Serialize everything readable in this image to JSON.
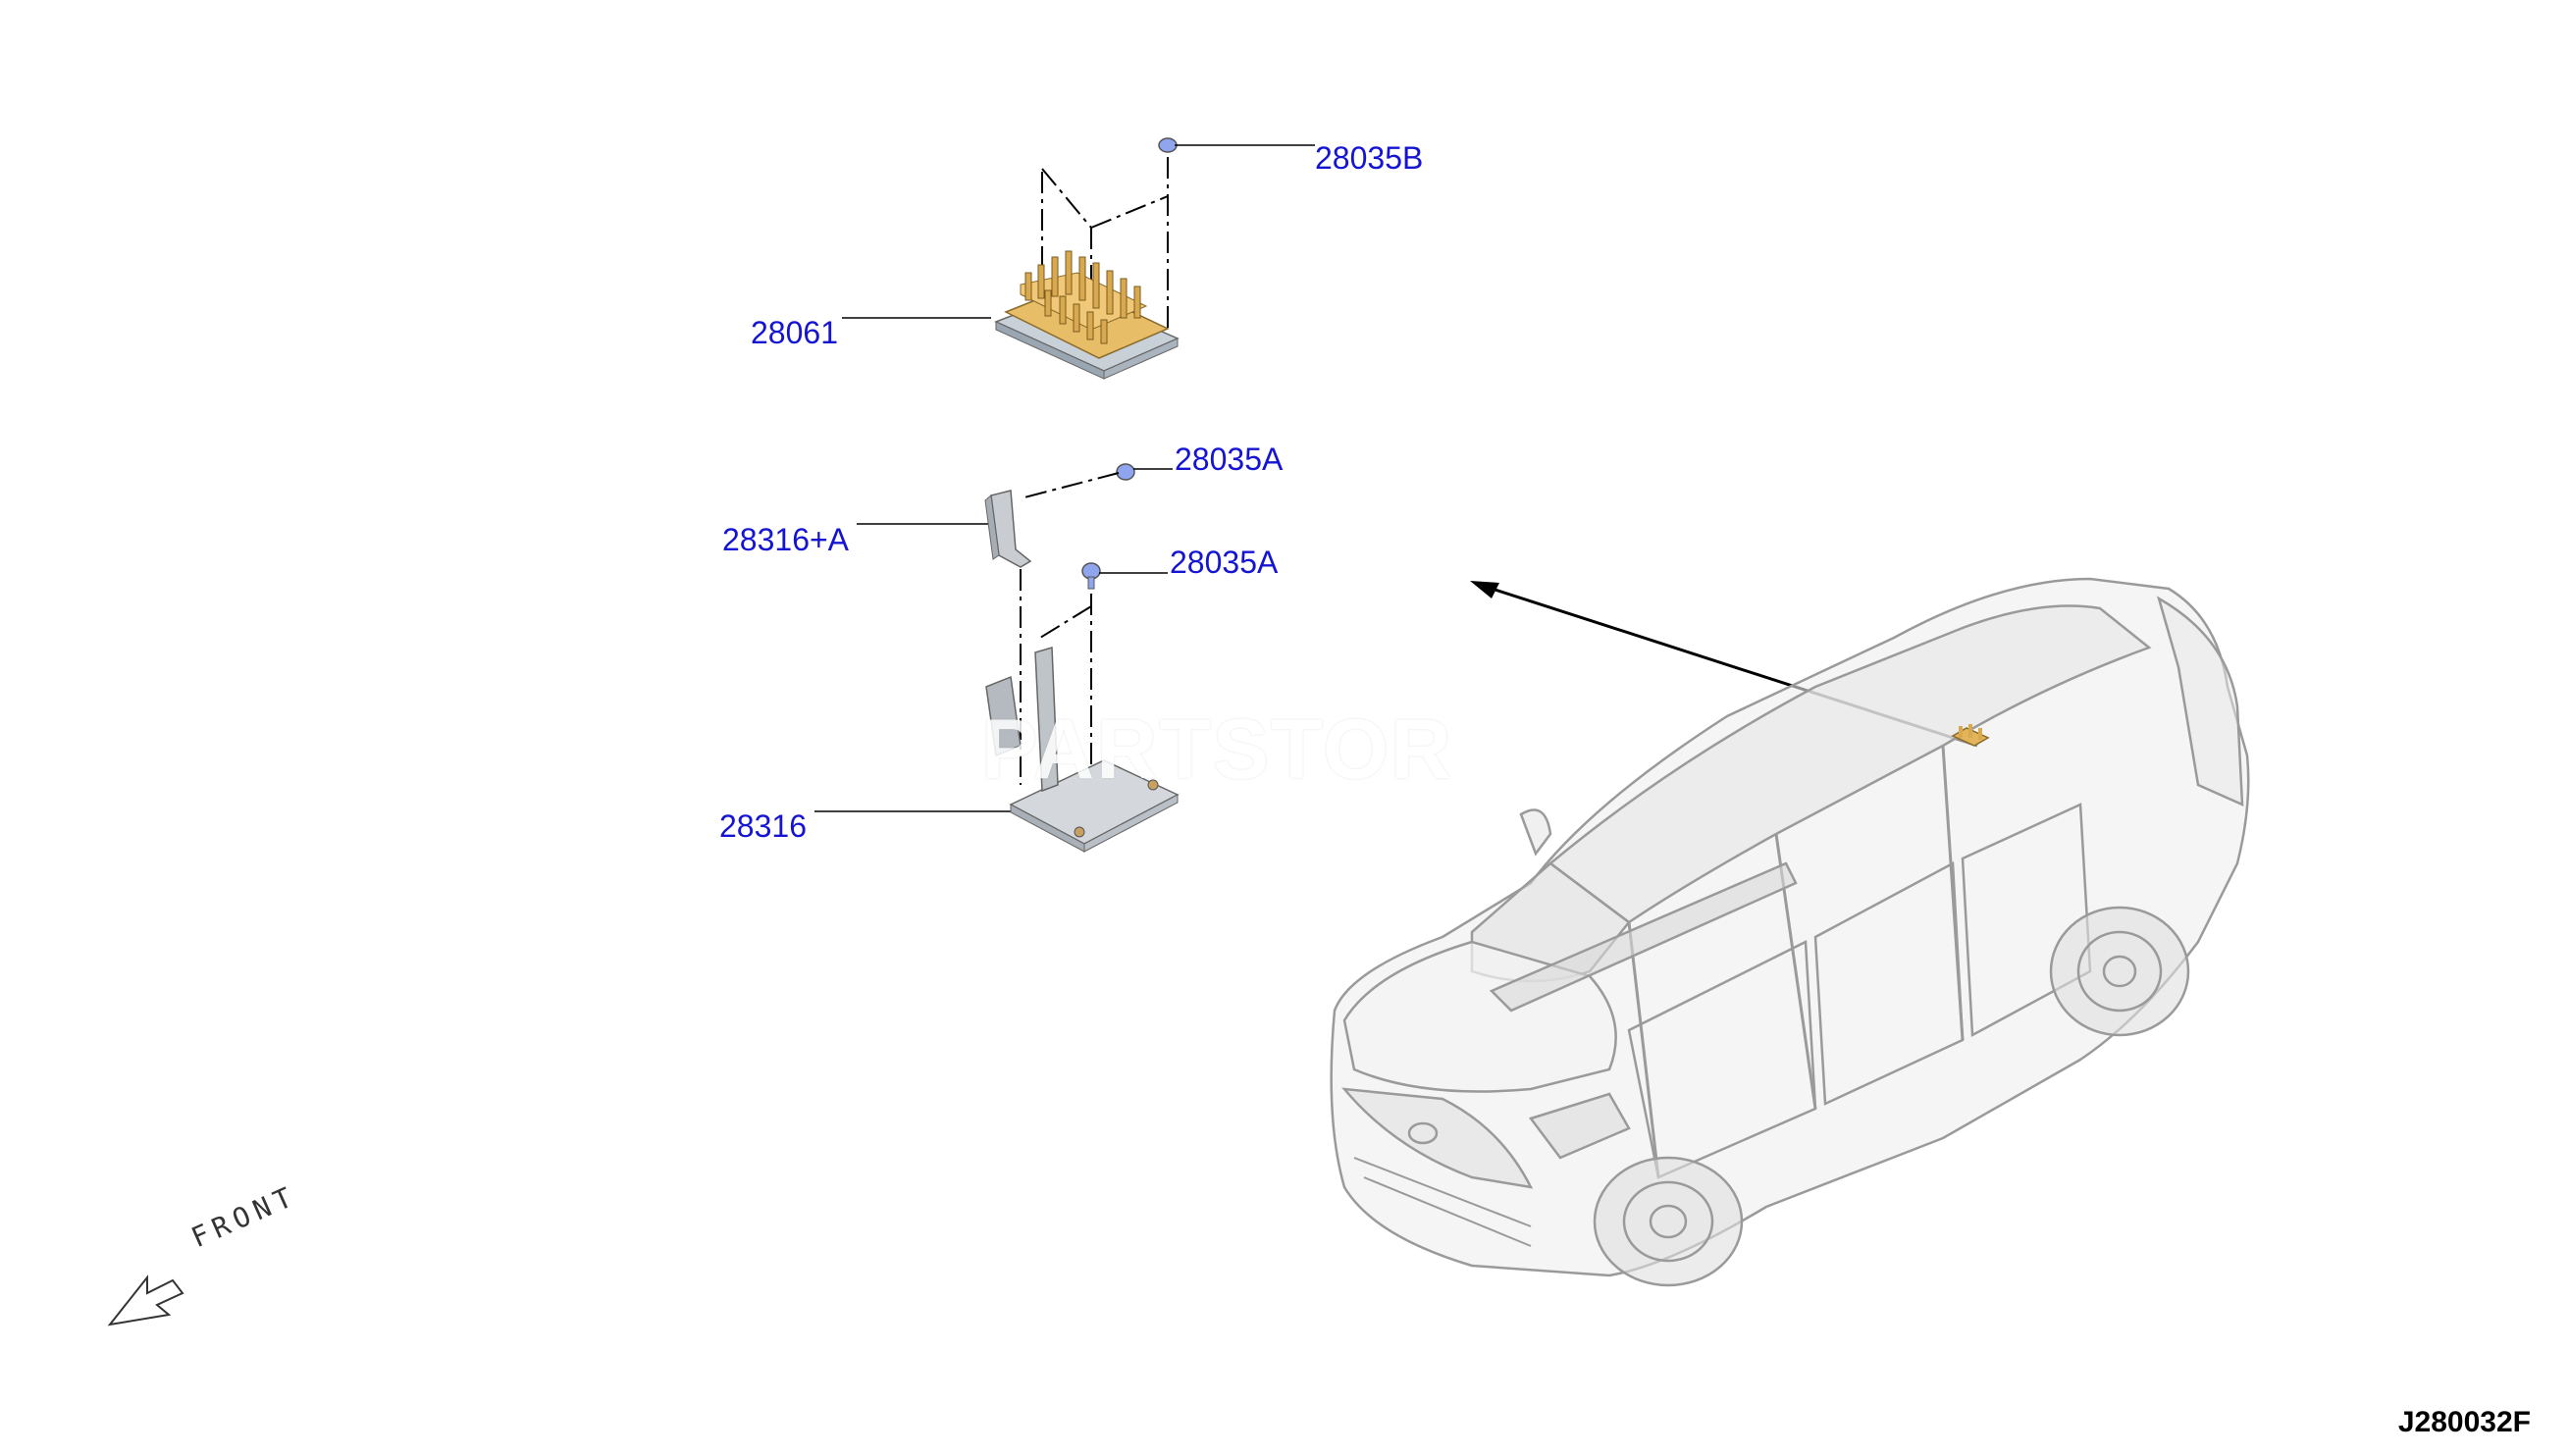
{
  "callouts": {
    "bolt_b": "28035B",
    "control_unit": "28061",
    "bolt_a_upper": "28035A",
    "bracket_a": "28316+A",
    "bolt_a_lower": "28035A",
    "bracket": "28316"
  },
  "front_label": "FRONT",
  "diagram_code": "J280032F",
  "watermark": "PARTSTOR",
  "colors": {
    "callout_text": "#1414d2",
    "unit_body": "#e3b45a",
    "bracket": "#c9cdd2",
    "bolt": "#8fa6ee"
  }
}
